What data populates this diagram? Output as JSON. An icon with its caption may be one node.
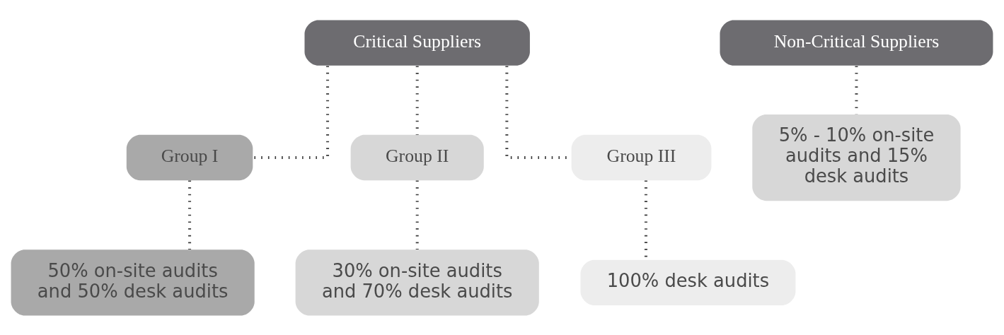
{
  "diagram": {
    "nodes": [
      {
        "text": [
          "Critical Suppliers"
        ]
      },
      {
        "text": [
          "Group I"
        ]
      },
      {
        "text": [
          "Group II"
        ]
      },
      {
        "text": [
          "Group III"
        ]
      },
      {
        "text": [
          "50% on-site audits and 50% desk audits"
        ]
      },
      {
        "text": [
          "30% on-site audits and 70% desk audits"
        ]
      },
      {
        "text": [
          "100% desk audits"
        ]
      },
      {
        "text": [
          "Non-Critical Suppliers"
        ]
      },
      {
        "text": [
          "5% - 10% on-site audits and 15% desk audits"
        ]
      }
    ],
    "edges": [
      {
        "from": 0,
        "to": 1,
        "arrow": "none"
      },
      {
        "from": 0,
        "to": 2,
        "arrow": "none"
      },
      {
        "from": 0,
        "to": 3,
        "arrow": "none"
      },
      {
        "from": 1,
        "to": 4,
        "arrow": "none"
      },
      {
        "from": 2,
        "to": 5,
        "arrow": "none"
      },
      {
        "from": 3,
        "to": 6,
        "arrow": "none"
      },
      {
        "from": 7,
        "to": 8,
        "arrow": "none"
      }
    ]
  }
}
